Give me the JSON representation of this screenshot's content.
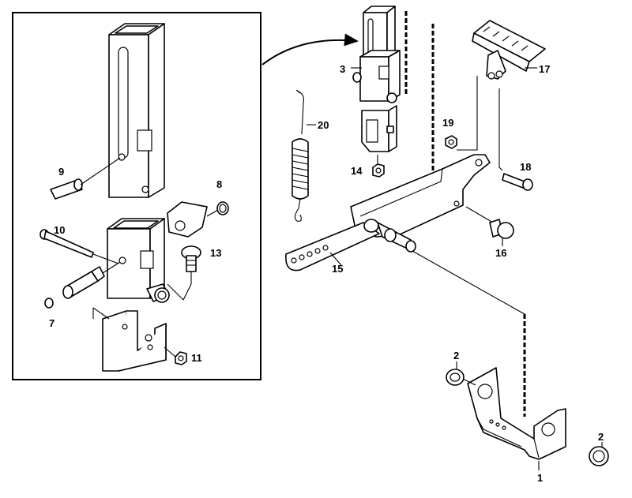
{
  "diagram": {
    "part_labels": {
      "p1": "1",
      "p2a": "2",
      "p2b": "2",
      "p3": "3",
      "p7": "7",
      "p8": "8",
      "p9": "9",
      "p10": "10",
      "p11": "11",
      "p13": "13",
      "p14": "14",
      "p15": "15",
      "p16": "16",
      "p17": "17",
      "p18": "18",
      "p19": "19",
      "p20": "20"
    }
  }
}
